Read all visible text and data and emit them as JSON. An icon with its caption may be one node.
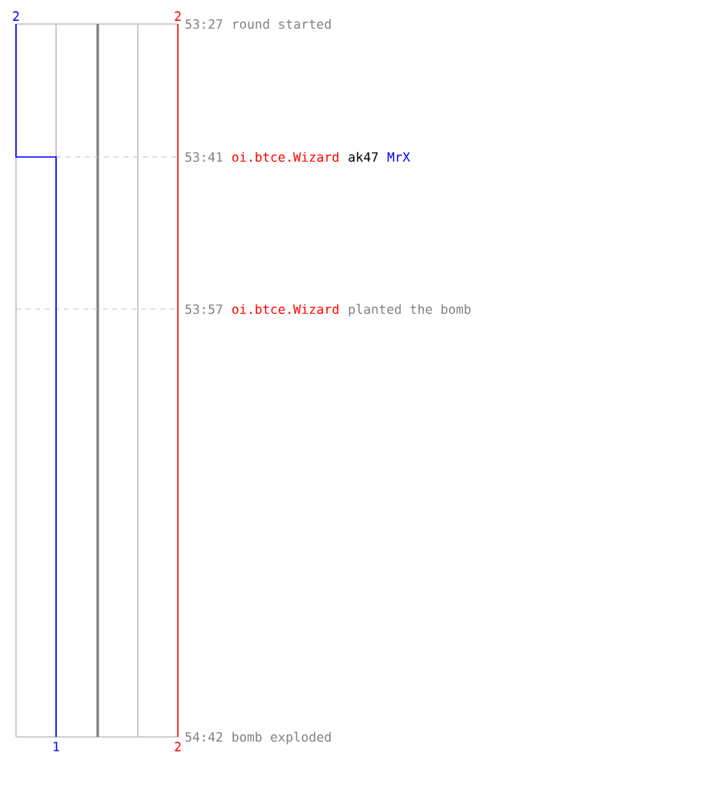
{
  "diagram": {
    "labels": [
      "2",
      "2",
      "53:27",
      "round started",
      "53:41",
      "oi.btce.Wizard",
      "ak47",
      "MrX",
      "53:57",
      "oi.btce.Wizard",
      "planted the bomb",
      "54:42",
      "bomb exploded",
      "1",
      "2"
    ]
  }
}
